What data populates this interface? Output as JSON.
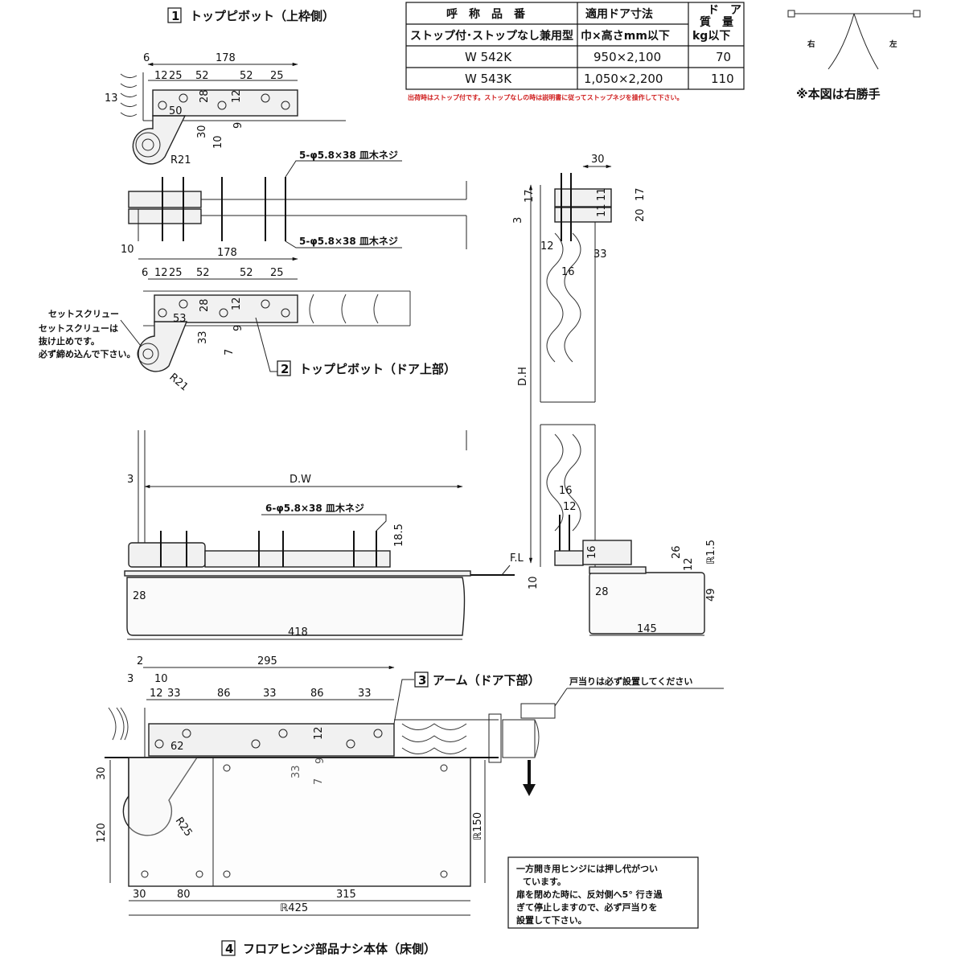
{
  "titles": {
    "t1_num": "1",
    "t1": "トップピボット（上枠側）",
    "t2_num": "2",
    "t2": "トップピボット（ドア上部）",
    "t3_num": "3",
    "t3": "アーム（ドア下部）",
    "t4_num": "4",
    "t4": "フロアヒンジ部品ナシ本体（床側）"
  },
  "table": {
    "h1": "呼　称　品　番",
    "h2": "適用ドア寸法",
    "h3a": "ド　ア",
    "h3b": "質　量",
    "s1": "ストップ付･ストップなし兼用型",
    "s2": "巾×高さmm以下",
    "s3": "kg以下",
    "rows": [
      {
        "model": "W 542K",
        "size": "950×2,100",
        "mass": "70"
      },
      {
        "model": "W 543K",
        "size": "1,050×2,200",
        "mass": "110"
      }
    ],
    "note": "出荷時はストップ付です。ストップなしの時は説明書に従ってストップネジを操作して下さい。"
  },
  "handedness": {
    "right": "右",
    "left": "左",
    "note": "※本図は右勝手"
  },
  "labels": {
    "screw5a": "5-φ5.8×38 皿木ネジ",
    "screw5b": "5-φ5.8×38 皿木ネジ",
    "screw6": "6-φ5.8×38 皿木ネジ",
    "setscrew1": "セットスクリュー",
    "setscrew2": "セットスクリューは",
    "setscrew3": "抜け止めです。",
    "setscrew4": "必ず締め込んで下さい。",
    "doorstop": "戸当りは必ず設置してください",
    "fl": "F.L",
    "dh": "D.H",
    "dw": "D.W"
  },
  "note_box": {
    "l1": "一方開き用ヒンジには押し代がつい",
    "l2": "ています。",
    "l3": "扉を閉めた時に、反対側へ5° 行き過",
    "l4": "ぎて停止しますので、必ず戸当りを",
    "l5": "設置して下さい。"
  },
  "dims": {
    "a6": "6",
    "a178": "178",
    "a12": "12",
    "a25": "25",
    "a52": "52",
    "a52b": "52",
    "a25b": "25",
    "a13": "13",
    "a50": "50",
    "a28": "28",
    "a12b": "12",
    "a30": "30",
    "a9": "9",
    "a10": "10",
    "aR21": "R21",
    "b10": "10",
    "b178": "178",
    "b6": "6",
    "b12": "12",
    "b25": "25",
    "b52": "52",
    "b52b": "52",
    "b25b": "25",
    "b53": "53",
    "b28": "28",
    "b12b": "12",
    "b33": "33",
    "b9": "9",
    "b7": "7",
    "bR21": "R21",
    "c30": "30",
    "c17": "17",
    "c11": "11",
    "c11b": "11",
    "c17b": "17",
    "c20": "20",
    "c3": "3",
    "c12": "12",
    "c33": "33",
    "c16": "16",
    "d3": "3",
    "d16": "16",
    "d12": "12",
    "d185": "18.5",
    "d10": "10",
    "d16b": "16",
    "d26": "26",
    "d12b": "12",
    "d15": "ℝ1.5",
    "d28": "28",
    "d418": "418",
    "d28b": "28",
    "d49": "49",
    "d145": "145",
    "e2": "2",
    "e295": "295",
    "e3": "3",
    "e10": "10",
    "e12": "12",
    "e33": "33",
    "e86": "86",
    "e33b": "33",
    "e86b": "86",
    "e33c": "33",
    "e62": "62",
    "e12b": "12",
    "e33d": "33",
    "e9": "9",
    "e7": "7",
    "eR25": "R25",
    "f30": "30",
    "f120": "120",
    "f150": "ℝ150",
    "f30b": "30",
    "f80": "80",
    "f315": "315",
    "f425": "ℝ425"
  }
}
